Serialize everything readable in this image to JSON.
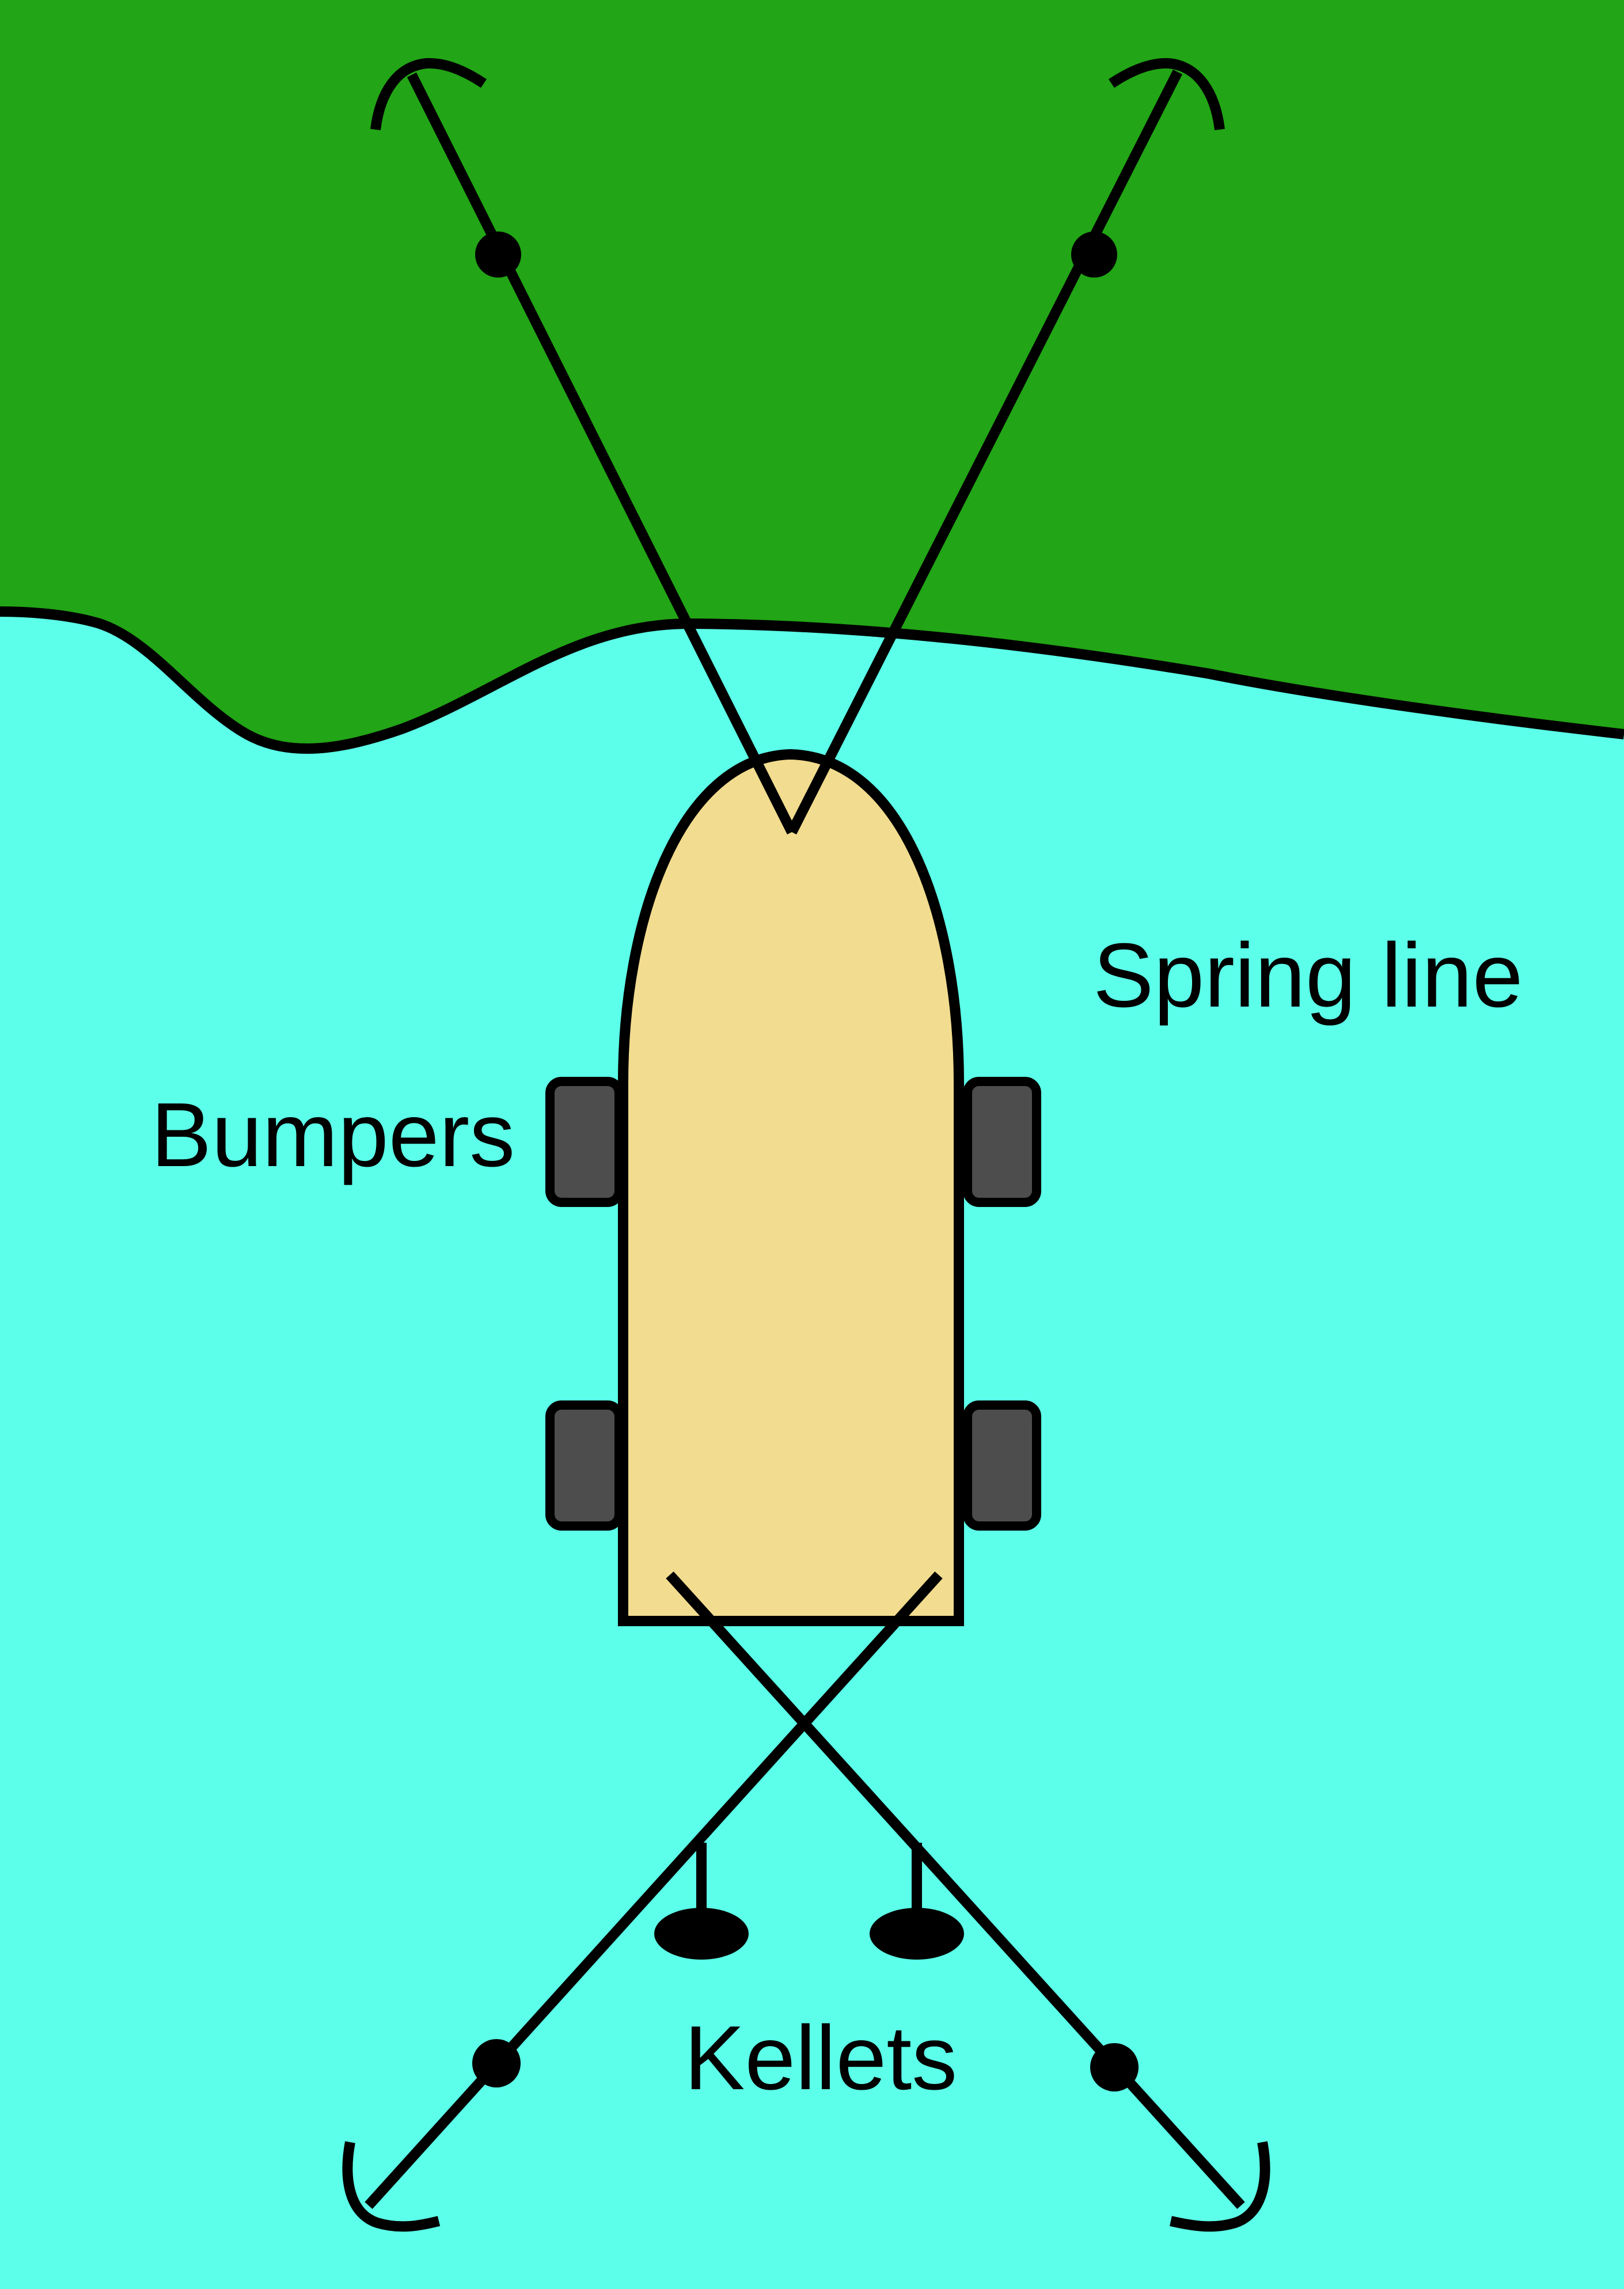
{
  "labels": {
    "spring_line": "Spring line",
    "bumpers": "Bumpers",
    "kellets": "Kellets"
  },
  "colors": {
    "land": "#22a516",
    "water": "#5cffe9",
    "hull": "#f2dc8f",
    "bumper": "#4d4d4d",
    "line": "#000000"
  }
}
